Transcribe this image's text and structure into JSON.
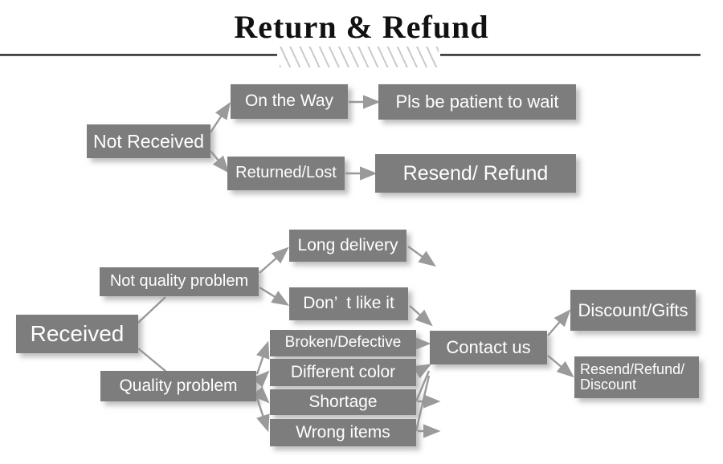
{
  "header": {
    "title": "Return & Refund",
    "divider_icon": "hatched-divider"
  },
  "colors": {
    "node_fill": "#7d7d7d",
    "node_text": "#ffffff",
    "connector": "#9a9a9a",
    "rule": "#2b2b30",
    "background": "#ffffff"
  },
  "flow": {
    "branches": [
      {
        "root": "Not Received",
        "steps": [
          {
            "cause": "On the Way",
            "result": "Pls be patient to wait"
          },
          {
            "cause": "Returned/Lost",
            "result": "Resend/ Refund"
          }
        ]
      },
      {
        "root": "Received",
        "groups": [
          {
            "label": "Not quality problem",
            "items": [
              "Long delivery",
              "Don’  t like it"
            ]
          },
          {
            "label": "Quality problem",
            "items": [
              "Broken/Defective",
              "Different color",
              "Shortage",
              "Wrong items"
            ]
          }
        ],
        "hub": "Contact us",
        "outcomes": [
          "Discount/Gifts",
          "Resend/Refund/\nDiscount"
        ]
      }
    ]
  },
  "nodes": {
    "not_received": "Not Received",
    "on_the_way": "On the Way",
    "pls_be_patient": "Pls be patient to wait",
    "returned_lost": "Returned/Lost",
    "resend_refund": "Resend/ Refund",
    "received": "Received",
    "not_quality_problem": "Not quality problem",
    "quality_problem": "Quality problem",
    "long_delivery": "Long delivery",
    "dont_like_it": "Don’  t like it",
    "broken_defective": "Broken/Defective",
    "different_color": "Different color",
    "shortage": "Shortage",
    "wrong_items": "Wrong items",
    "contact_us": "Contact us",
    "discount_gifts": "Discount/Gifts",
    "resend_refund_discount": "Resend/Refund/\nDiscount"
  }
}
